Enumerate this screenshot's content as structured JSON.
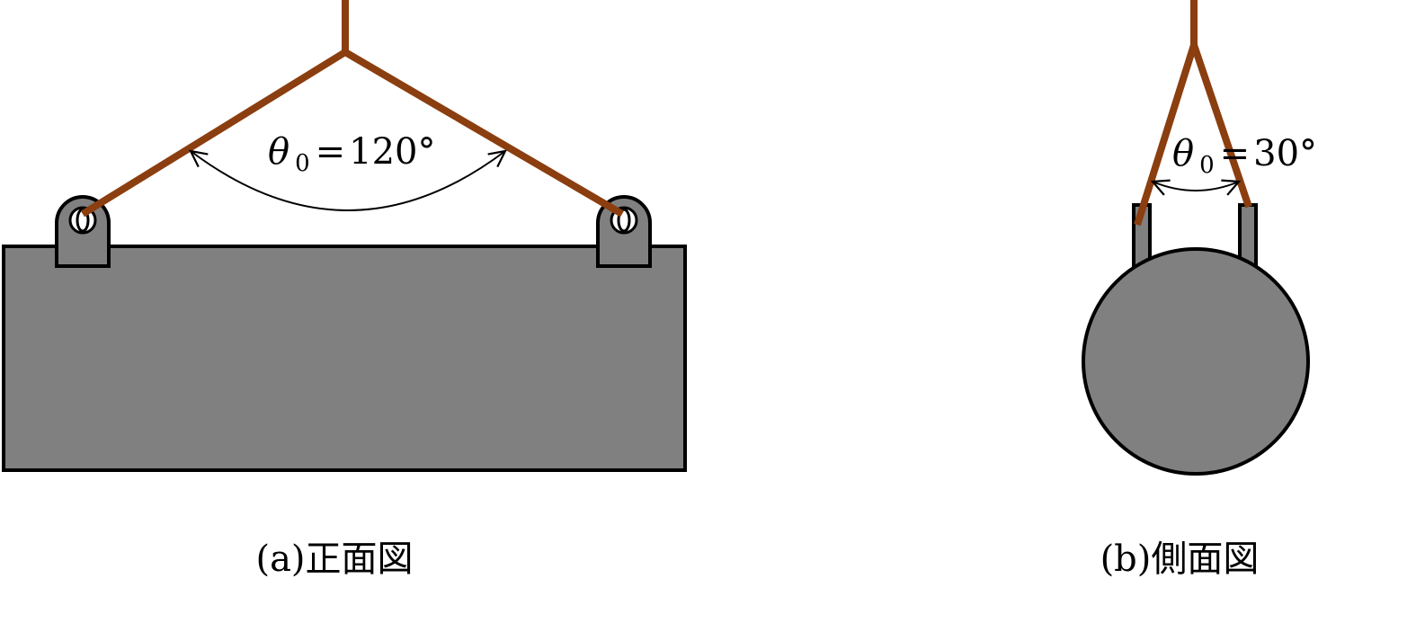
{
  "colors": {
    "rope": "#8B3E0F",
    "body_fill": "#808080",
    "outline": "#000000",
    "background": "#FFFFFF"
  },
  "front_view": {
    "caption": "(a)正面図",
    "angle": {
      "symbol": "θ",
      "subscript": "0",
      "equals": "=",
      "value": "120°"
    }
  },
  "side_view": {
    "caption": "(b)側面図",
    "angle": {
      "symbol": "θ",
      "subscript": "0",
      "equals": "=",
      "value": "30°"
    }
  }
}
